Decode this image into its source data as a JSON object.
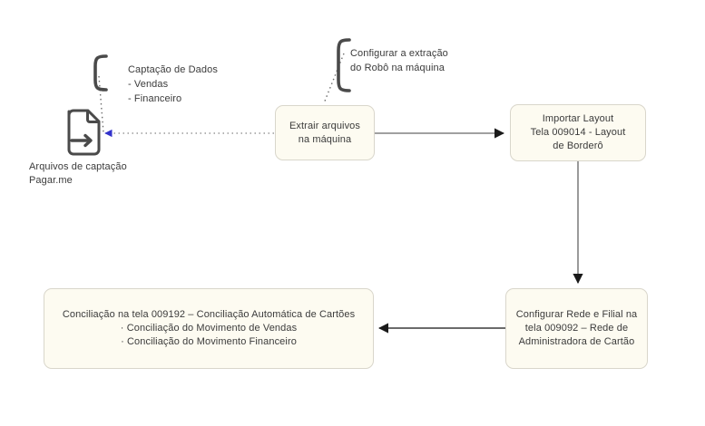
{
  "diagram": {
    "title_visible": false,
    "background_color": "#ffffff",
    "node_fill": "#fdfbf1",
    "node_border": "#d9d6cb",
    "text_color": "#3b3b3b",
    "solid_connector_color": "#808080",
    "arrowhead_color": "#1a1a1a",
    "dotted_connector_color": "#9a9a9a",
    "dotted_arrowhead_color": "#3333cc",
    "bracket_color": "#4a4a4a"
  },
  "nodes": {
    "source_document": {
      "icon": "document-with-arrow-icon",
      "label": "Arquivos de captação\nPagar.me"
    },
    "extrair": {
      "label": "Extrair arquivos\nna máquina"
    },
    "importar": {
      "label": "Importar Layout\nTela 009014 - Layout\nde Borderô"
    },
    "configurar_rede": {
      "label": "Configurar Rede e Filial na\ntela 009092 – Rede de\nAdministradora de Cartão"
    },
    "conciliacao": {
      "label": "Conciliação na tela 009192 – Conciliação Automática de Cartões\n· Conciliação do Movimento de Vendas\n· Conciliação do Movimento Financeiro"
    }
  },
  "annotations": {
    "captacao_de_dados": "Captação de Dados\n- Vendas\n- Financeiro",
    "configurar_extracao": "Configurar a extração\ndo Robô na máquina"
  },
  "connectors": [
    {
      "id": "extrair-to-document",
      "style": "dotted",
      "from": "extrair",
      "to": "source_document",
      "direction": "left"
    },
    {
      "id": "extrair-to-importar",
      "style": "solid",
      "from": "extrair",
      "to": "importar",
      "direction": "right"
    },
    {
      "id": "importar-to-configurar-rede",
      "style": "solid",
      "from": "importar",
      "to": "configurar_rede",
      "direction": "down"
    },
    {
      "id": "configurar-rede-to-conciliacao",
      "style": "solid",
      "from": "configurar_rede",
      "to": "conciliacao",
      "direction": "left"
    },
    {
      "id": "bracket-captacao-to-document",
      "style": "dotted",
      "from": "captacao_de_dados",
      "to": "source_document",
      "direction": "down"
    },
    {
      "id": "bracket-configurar-to-extrair",
      "style": "dotted",
      "from": "configurar_extracao",
      "to": "extrair",
      "direction": "down"
    }
  ]
}
